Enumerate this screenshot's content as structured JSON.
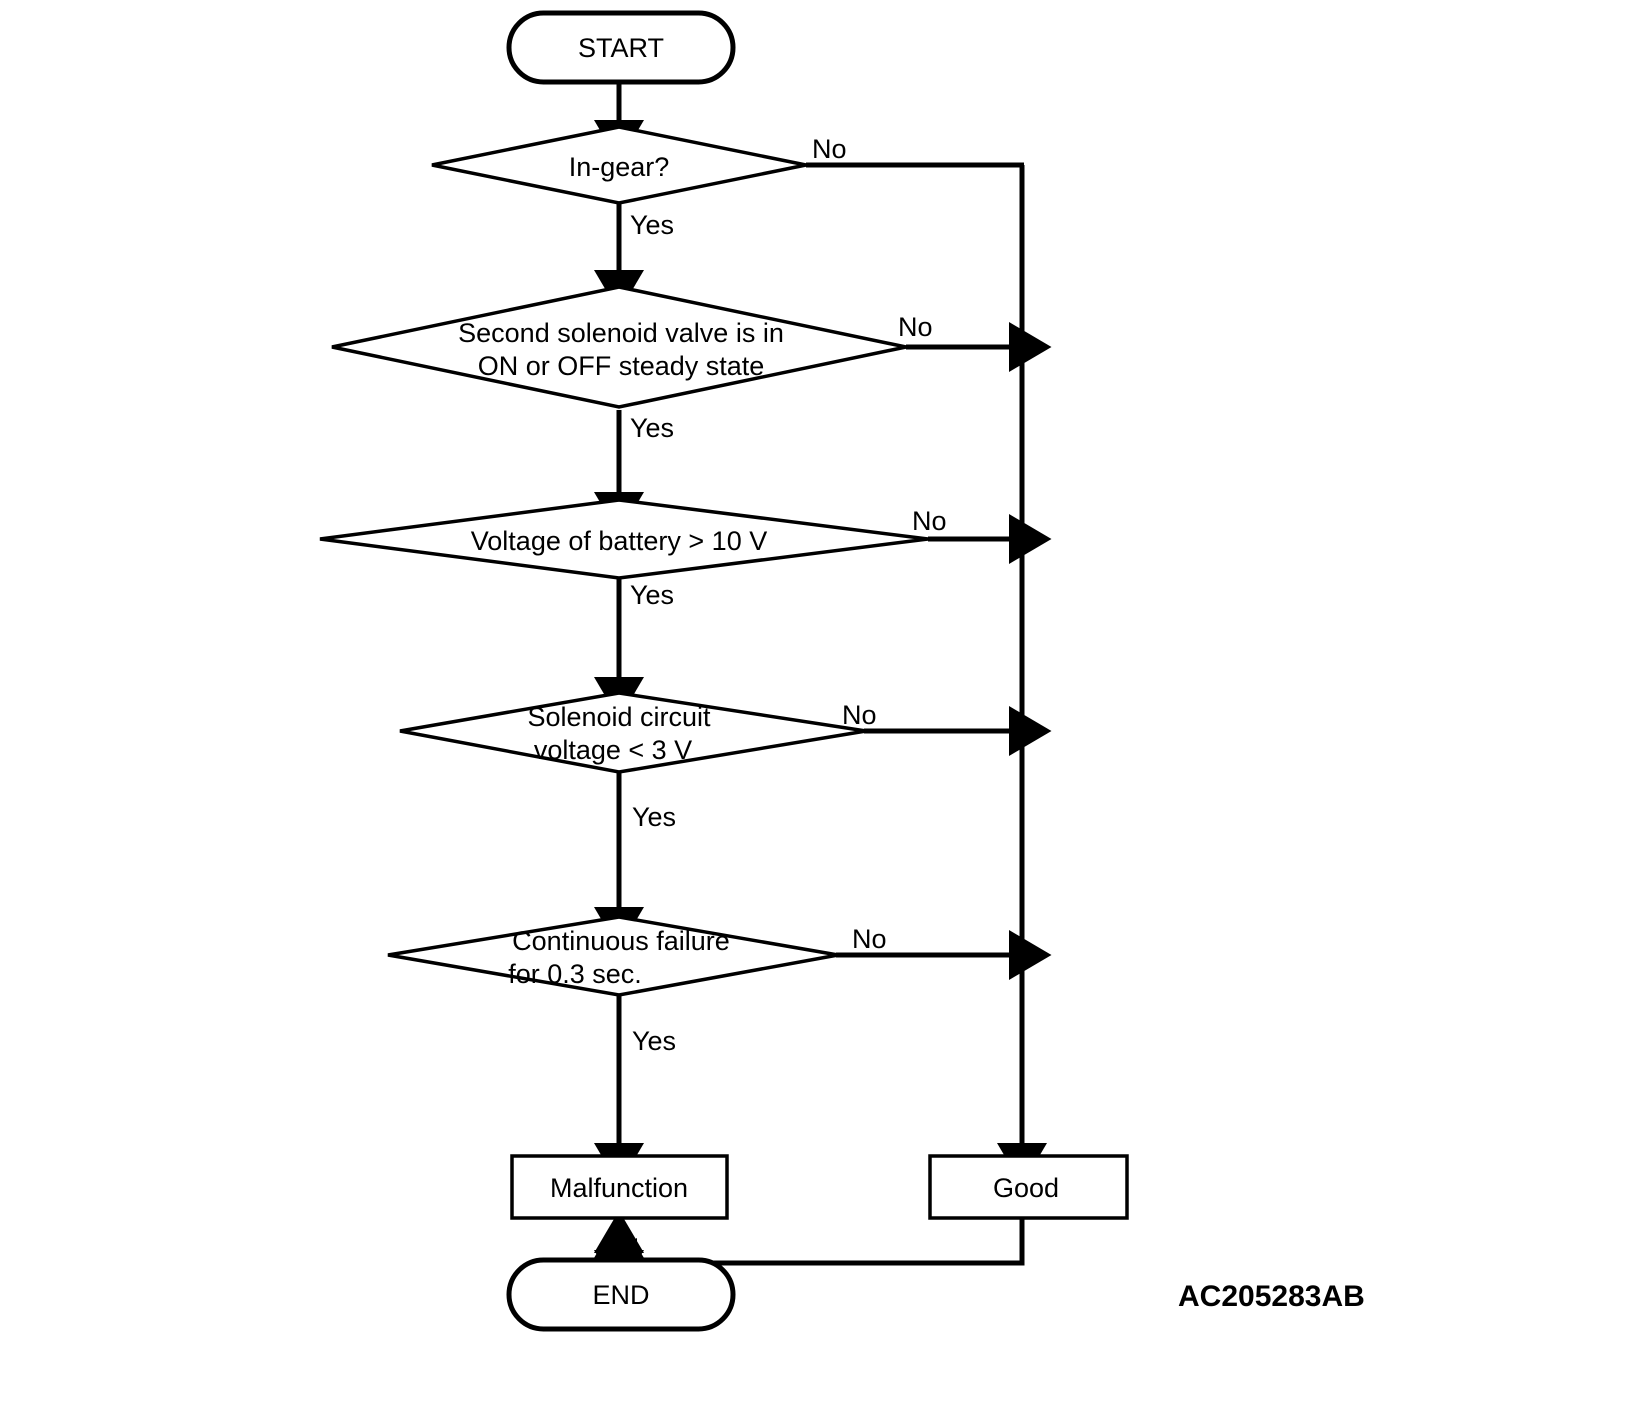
{
  "diagram": {
    "type": "flowchart",
    "title": "Second solenoid valve diagnostic flowchart",
    "reference_code": "AC205283AB",
    "labels": {
      "yes": "Yes",
      "no": "No"
    },
    "nodes": {
      "start": {
        "label": "START",
        "shape": "terminator"
      },
      "decision_1": {
        "line1": "In-gear?",
        "line2": "",
        "shape": "decision"
      },
      "decision_2": {
        "line1": "Second solenoid valve is in",
        "line2": "ON or OFF steady state",
        "shape": "decision"
      },
      "decision_3": {
        "line1": "Voltage of battery > 10 V",
        "line2": "",
        "shape": "decision"
      },
      "decision_4": {
        "line1": "Solenoid circuit",
        "line2": "voltage < 3 V",
        "shape": "decision"
      },
      "decision_5": {
        "line1": "Continuous failure",
        "line2": "for 0.3 sec.",
        "shape": "decision"
      },
      "malfunction": {
        "label": "Malfunction",
        "shape": "process"
      },
      "good": {
        "label": "Good",
        "shape": "process"
      },
      "end": {
        "label": "END",
        "shape": "terminator"
      }
    },
    "branch_labels": {
      "d1_yes": "Yes",
      "d1_no": "No",
      "d2_yes": "Yes",
      "d2_no": "No",
      "d3_yes": "Yes",
      "d3_no": "No",
      "d4_yes": "Yes",
      "d4_no": "No",
      "d5_yes": "Yes",
      "d5_no": "No"
    },
    "colors": {
      "line": "#000000",
      "fill": "#ffffff",
      "text": "#000000"
    }
  }
}
